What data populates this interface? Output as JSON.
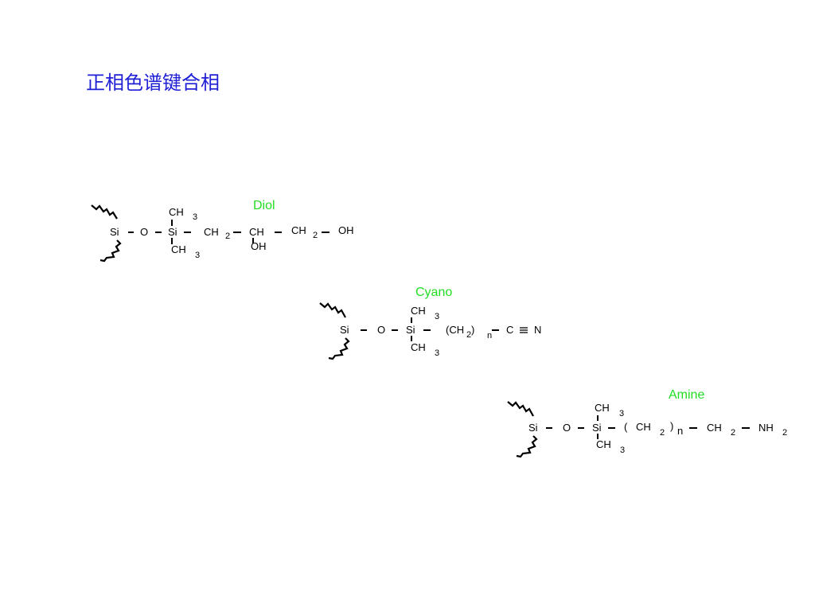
{
  "title": "正相色谱键合相",
  "colors": {
    "title": "#1f1fd6",
    "label": "#22dd22",
    "bond": "#000000"
  },
  "phases": [
    {
      "label": "Diol",
      "atoms": {
        "si_surface": "Si",
        "o": "O",
        "si": "Si",
        "ch_top": "CH",
        "ch_bot": "CH",
        "ch2a": "CH",
        "ch": "CH",
        "oh_sub": "OH",
        "ch2b": "CH",
        "oh": "OH"
      },
      "subs": {
        "top": "3",
        "bot": "3",
        "ch2a": "2",
        "ch2b": "2"
      }
    },
    {
      "label": "Cyano",
      "atoms": {
        "si_surface": "Si",
        "o": "O",
        "si": "Si",
        "ch_top": "CH",
        "ch_bot": "CH",
        "ch2_group": "(CH",
        "paren_close": ")",
        "c": "C",
        "n": "N"
      },
      "subs": {
        "top": "3",
        "bot": "3",
        "ch2": "2",
        "n": "n"
      }
    },
    {
      "label": "Amine",
      "atoms": {
        "si_surface": "Si",
        "o": "O",
        "si": "Si",
        "ch_top": "CH",
        "ch_bot": "CH",
        "paren_open": "(",
        "ch2_group": "CH",
        "paren_close": ")",
        "ch2": "CH",
        "nh": "NH"
      },
      "subs": {
        "top": "3",
        "bot": "3",
        "ch2_group": "2",
        "n": "n",
        "ch2": "2",
        "nh": "2"
      }
    }
  ]
}
